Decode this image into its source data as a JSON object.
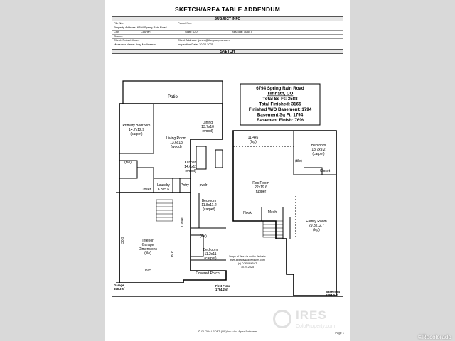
{
  "title": "SKETCH/AREA TABLE ADDENDUM",
  "subject_header": "SUBJECT INFO",
  "sketch_header": "SKETCH",
  "info": {
    "file_no": "File No.:",
    "parcel_no": "Parcel No.:",
    "property_address": "Property Address: 6794 Spring Rain Road",
    "city": "City:",
    "county": "County:",
    "state": "State: CO",
    "zip": "ZipCode: 80547",
    "owner": "Owner:",
    "client": "Client: Robert Jones",
    "client_address": "Client Address: rjones@thegroupinc.com",
    "measurer": "Measurer Name: Amy Mullineaux",
    "inspection_date": "Inspection Date: 10.24.2025"
  },
  "summary": {
    "address": "6794 Spring Rain Road",
    "city": "Timnath, CO",
    "total_sqft": "Total Sq Ft:  3588",
    "total_finished": "Total Finished:  3165",
    "finished_wo_basement": "Finished W/O Basement:  1794",
    "basement_sqft": "Basement Sq Ft:  1794",
    "basement_finish": "Basement Finish:  76%"
  },
  "first_floor": {
    "patio": "Patio",
    "primary_bedroom": "Primary Bedroom",
    "primary_bedroom_dim": "14.7x12.9",
    "primary_bedroom_floor": "(carpet)",
    "dining": "Dining",
    "dining_dim": "13.7x10",
    "dining_floor": "(wood)",
    "living": "Living Room",
    "living_dim": "13.6x13",
    "living_floor": "(wood)",
    "kitchen": "Kitchen",
    "kitchen_dim": "14.6x11",
    "kitchen_floor": "(wood)",
    "tile": "(tile)",
    "closet": "Closet",
    "laundry": "Laundry",
    "laundry_dim": "6.3x5.6",
    "pntry": "Pntry",
    "pwdr": "pwdr",
    "bedroom2": "Bedroom",
    "bedroom2_dim": "11.8x11.2",
    "bedroom2_floor": "(carpet)",
    "bedroom3": "Bedroom",
    "bedroom3_dim": "11.2x11",
    "bedroom3_floor": "(carpet)",
    "garage_interior": "Interior",
    "garage_garage": "Garage",
    "garage_dimensions": "Dimensions",
    "garage_floor": "(tile)",
    "garage_left_dim": "30.9",
    "garage_right_dim": "19.6",
    "garage_bottom_dim": "19.5",
    "covered_porch": "Covered Porch",
    "garage_label": "Garage",
    "garage_sf": "546.3 sf",
    "first_floor_label": "First Floor",
    "first_floor_sf": "1794.2 sf"
  },
  "basement": {
    "storage": "11.4x6",
    "storage_floor": "(lvp)",
    "bedroom": "Bedroom",
    "bedroom_dim": "13.7x9.2",
    "bedroom_floor": "(carpet)",
    "closet": "Closet",
    "rec_room": "Rec Room",
    "rec_dim": "22x19.6",
    "rec_floor": "(rubber)",
    "nook": "Nook",
    "mech": "Mech",
    "family": "Family Room",
    "family_dim": "29.3x12.7",
    "family_floor": "(lvp)",
    "tile": "(tile)",
    "basement_label": "Basement",
    "basement_sf": "1794.2 sf"
  },
  "scope": {
    "line1": "Scope of Work is on the Website",
    "line2": "www.appraisaladdendums.com",
    "line3": "(c) COPYRIGHT",
    "line4": "10.24.2025"
  },
  "footer": "© GLOBALSOFT (US) Inc. dba Apex Software",
  "page": "Page 1",
  "watermark": {
    "brand": "IRES",
    "sub": "ColoProperty.com"
  },
  "credit": "©Recolorado",
  "colors": {
    "background": "#d9d9d9",
    "paper": "#ffffff",
    "line": "#000000"
  }
}
